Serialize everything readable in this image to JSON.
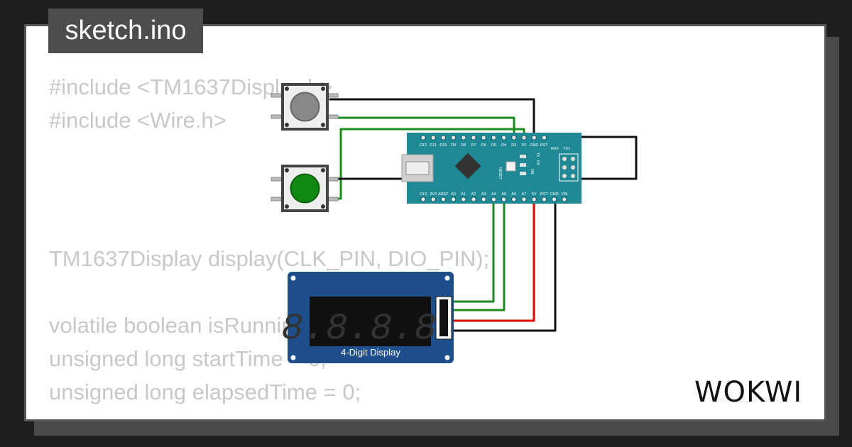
{
  "file_tab": {
    "name": "sketch.ino"
  },
  "code": {
    "lines": [
      "#include <TM1637Display.h>",
      "#include <Wire.h>",
      "",
      "",
      "TM1637Display display(CLK_PIN, DIO_PIN);",
      "",
      "volatile boolean isRunning = false;",
      "unsigned long startTime = 0;",
      "unsigned long elapsedTime = 0;"
    ]
  },
  "board": {
    "top_pins": [
      "D12",
      "D11",
      "D10",
      "D9",
      "D8",
      "D7",
      "D6",
      "D5",
      "D4",
      "D3",
      "D2",
      "GND",
      "RST"
    ],
    "bottom_pins": [
      "D13",
      "3V3",
      "AREF",
      "A0",
      "A1",
      "A2",
      "A3",
      "A4",
      "A5",
      "A6",
      "A7",
      "5V",
      "RST",
      "GND",
      "VIN"
    ],
    "right_labels": [
      "RX0",
      "TX1"
    ],
    "leds": [
      "TX",
      "RX",
      "ON"
    ],
    "reset_label": "RESET"
  },
  "display": {
    "label": "4-Digit Display",
    "digits": "8.8.8.8."
  },
  "logo": {
    "text": "WOKWI"
  },
  "colors": {
    "board": "#1f8a96",
    "display": "#1f4e8c",
    "wire_green": "#1a8a1a",
    "wire_red": "#e00000",
    "wire_black": "#111111"
  }
}
